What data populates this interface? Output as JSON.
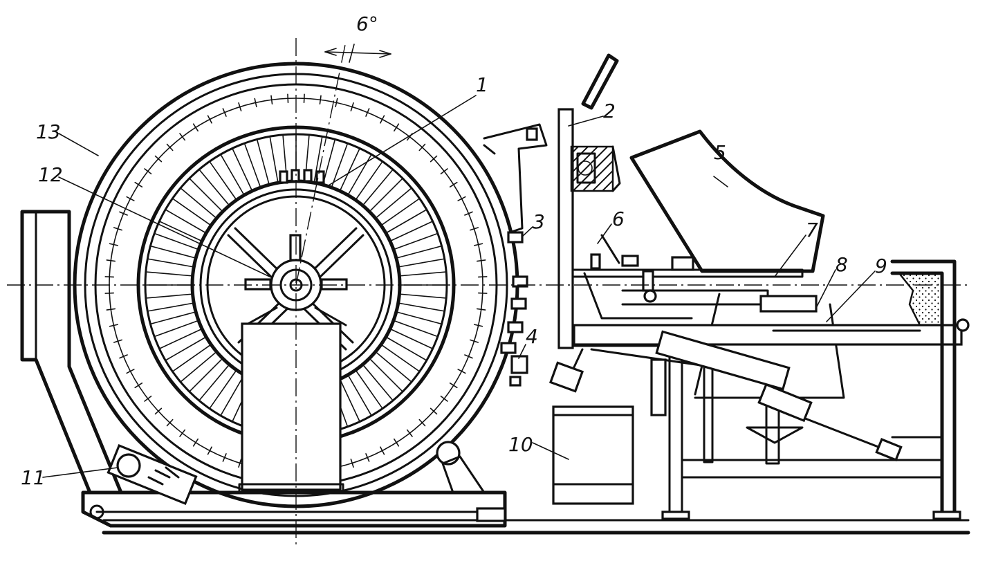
{
  "figure": {
    "angle_label": "6°",
    "callouts": [
      "1",
      "2",
      "3",
      "4",
      "5",
      "6",
      "7",
      "8",
      "9",
      "10",
      "11",
      "12",
      "13"
    ],
    "caption": ""
  },
  "parts": {
    "drum": {
      "spokes": 4,
      "teeth": 72
    },
    "ink_color": "#111111",
    "paper_color": "#ffffff"
  }
}
